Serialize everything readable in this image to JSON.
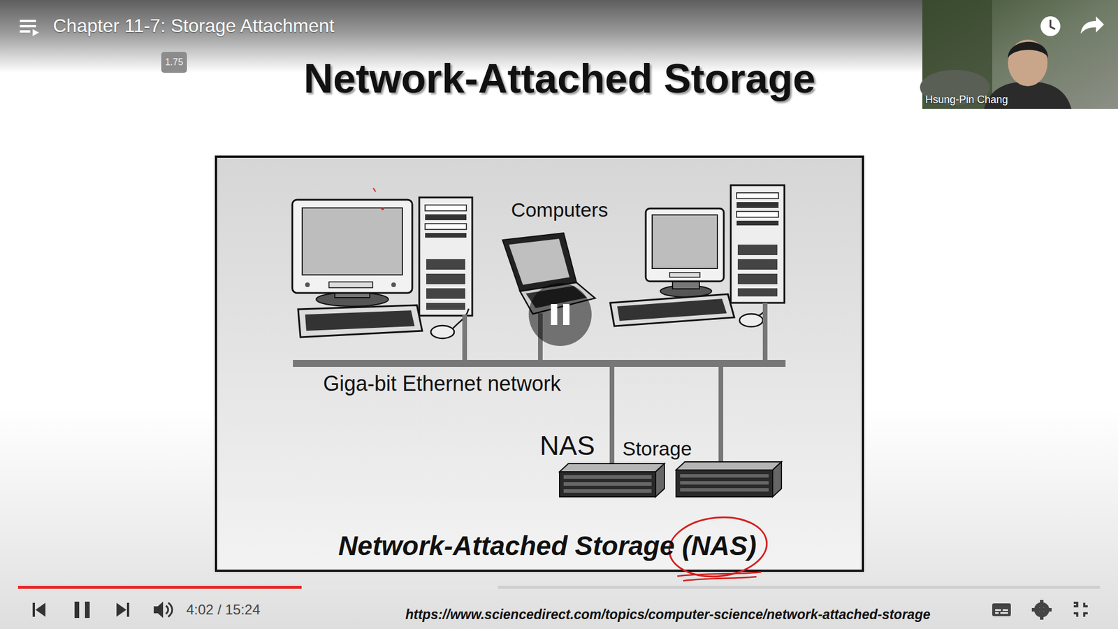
{
  "diagram": {
    "title": "Network-Attached Storage",
    "caption": "Network-Attached Storage (NAS)",
    "labels": [
      "Chapter 11-7: Storage Attachment",
      "1.75",
      "Hsung-Pin Chang",
      "Computers",
      "Giga-bit Ethernet network",
      "NAS",
      "Storage",
      "4:02 / 15:24",
      "https://www.sciencedirect.com/topics/computer-science/network-attached-storage"
    ]
  }
}
